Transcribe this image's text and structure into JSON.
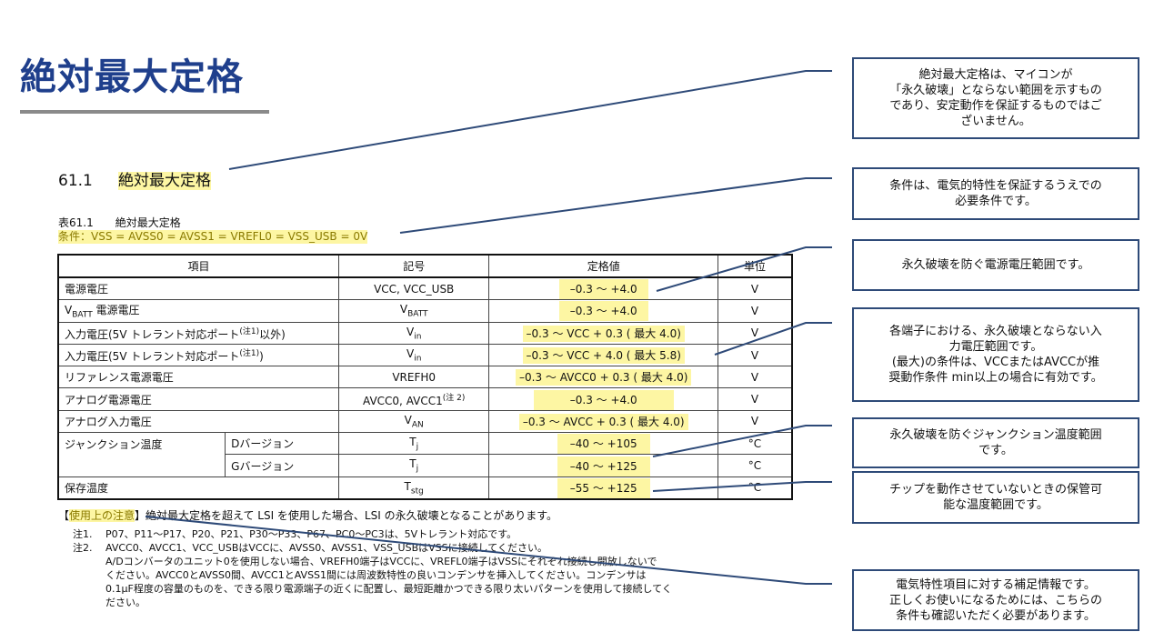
{
  "page": {
    "title": "絶対最大定格"
  },
  "section": {
    "number": "61.1",
    "title": "絶対最大定格"
  },
  "table_caption": {
    "label": "表61.1　　絶対最大定格",
    "condition": "条件：VSS = AVSS0 = AVSS1 = VREFL0 = VSS_USB = 0V"
  },
  "table": {
    "headers": [
      "項目",
      "記号",
      "定格値",
      "単位"
    ],
    "rows": [
      {
        "item": "電源電圧",
        "sub": "",
        "symbol": "VCC, VCC_USB",
        "rating": "–0.3 ～ +4.0",
        "unit": "V"
      },
      {
        "item": "V",
        "item_sub": "BATT",
        "item_rest": " 電源電圧",
        "sub": "",
        "symbol": "V",
        "symbol_sub": "BATT",
        "rating": "–0.3 ～ +4.0",
        "unit": "V"
      },
      {
        "item": "入力電圧(5V トレラント対応ポート",
        "item_sup": "(注1)",
        "item_rest": "以外)",
        "sub": "",
        "symbol": "V",
        "symbol_sub": "in",
        "rating": "–0.3 ～ VCC + 0.3 ( 最大 4.0)",
        "unit": "V"
      },
      {
        "item": "入力電圧(5V トレラント対応ポート",
        "item_sup": "(注1)",
        "item_rest": ")",
        "sub": "",
        "symbol": "V",
        "symbol_sub": "in",
        "rating": "–0.3 ～ VCC + 4.0 ( 最大 5.8)",
        "unit": "V"
      },
      {
        "item": "リファレンス電源電圧",
        "sub": "",
        "symbol": "VREFH0",
        "rating": "–0.3 ～ AVCC0 + 0.3 ( 最大 4.0)",
        "unit": "V"
      },
      {
        "item": "アナログ電源電圧",
        "sub": "",
        "symbol": "AVCC0, AVCC1",
        "symbol_sup": "(注 2)",
        "rating": "–0.3 ～ +4.0",
        "unit": "V"
      },
      {
        "item": "アナログ入力電圧",
        "sub": "",
        "symbol": "V",
        "symbol_sub": "AN",
        "rating": "–0.3 ～ AVCC + 0.3 ( 最大 4.0)",
        "unit": "V"
      },
      {
        "item": "ジャンクション温度",
        "sub": "Dバージョン",
        "symbol": "T",
        "symbol_sub": "j",
        "rating": "–40 ～ +105",
        "unit": "°C"
      },
      {
        "item": "",
        "sub": "Gバージョン",
        "symbol": "T",
        "symbol_sub": "j",
        "rating": "–40 ～ +125",
        "unit": "°C"
      },
      {
        "item": "保存温度",
        "sub": "",
        "symbol": "T",
        "symbol_sub": "stg",
        "rating": "–55 ～ +125",
        "unit": "°C"
      }
    ]
  },
  "usage_note": {
    "mark": "使用上の注意",
    "open": "【",
    "close": "】",
    "text": "絶対最大定格を超えて LSI を使用した場合、LSI の永久破壊となることがあります。"
  },
  "notes": [
    {
      "label": "注1.",
      "lines": [
        "P07、P11～P17、P20、P21、P30～P33、P67、PC0～PC3は、5Vトレラント対応です。"
      ]
    },
    {
      "label": "注2.",
      "lines": [
        "AVCC0、AVCC1、VCC_USBはVCCに、AVSS0、AVSS1、VSS_USBはVSSに接続してください。",
        "A/Dコンバータのユニット0を使用しない場合、VREFH0端子はVCCに、VREFL0端子はVSSにそれぞれ接続し開放しないで",
        "ください。AVCC0とAVSS0間、AVCC1とAVSS1間には周波数特性の良いコンデンサを挿入してください。コンデンサは",
        "0.1μF程度の容量のものを、できる限り電源端子の近くに配置し、最短距離かつできる限り太いパターンを使用して接続してく",
        "ださい。"
      ]
    }
  ],
  "callouts": [
    {
      "text": "絶対最大定格は、マイコンが\n「永久破壊」とならない範囲を示すもの\nであり、安定動作を保証するものではご\nざいません。"
    },
    {
      "text": "条件は、電気的特性を保証するうえでの\n必要条件です。"
    },
    {
      "text": "永久破壊を防ぐ電源電圧範囲です。"
    },
    {
      "text": "各端子における、永久破壊とならない入\n力電圧範囲です。\n(最大)の条件は、VCCまたはAVCCが推\n奨動作条件 min以上の場合に有効です。"
    },
    {
      "text": "永久破壊を防ぐジャンクション温度範囲\nです。"
    },
    {
      "text": "チップを動作させていないときの保管可\n能な温度範囲です。"
    },
    {
      "text": "電気特性項目に対する補足情報です。\n正しくお使いになるためには、こちらの\n条件も確認いただく必要があります。"
    }
  ],
  "colors": {
    "title": "#1f3f8c",
    "highlight": "#fdf6a3",
    "callout_border": "#2e4a78",
    "leader_line": "#2e4a78"
  }
}
